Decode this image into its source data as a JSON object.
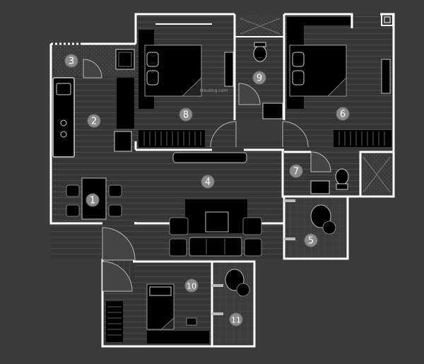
{
  "watermark": "Housing.com",
  "room_labels": [
    "1",
    "2",
    "3",
    "4",
    "5",
    "6",
    "7",
    "8",
    "9",
    "10",
    "11"
  ],
  "colors": {
    "background": "#3a3a3b",
    "floor": "#363637",
    "plank_line": "#4a4a4b",
    "wall": "#ffffff",
    "furniture": "#000000",
    "label_fill": "#8a8a8a"
  }
}
